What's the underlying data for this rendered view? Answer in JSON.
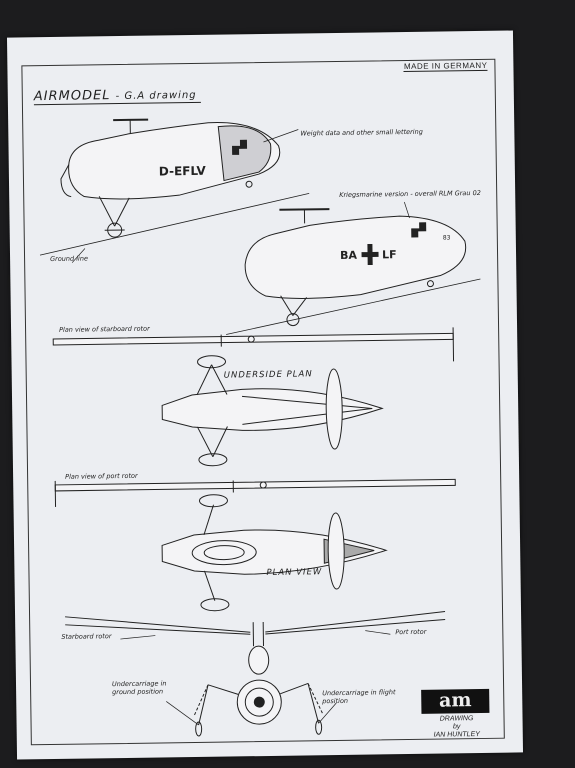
{
  "sheet": {
    "brand": "AIRMODEL",
    "doc_type": "G.A drawing",
    "origin": "MADE IN GERMANY"
  },
  "side_views": {
    "civil_registration": "D-EFLV",
    "military_registration_left": "BA",
    "military_registration_right": "LF",
    "military_code": "83",
    "note_civil": "Weight data and other small lettering",
    "note_military": "Kriegsmarine version - overall RLM Grau 02",
    "ground_line_label": "Ground line"
  },
  "rotors": {
    "starboard_plan": "Plan view of starboard rotor",
    "port_plan": "Plan view of port rotor"
  },
  "plans": {
    "underside": "UNDERSIDE PLAN",
    "top": "PLAN VIEW"
  },
  "front_view": {
    "starboard_label": "Starboard rotor",
    "port_label": "Port rotor",
    "uc_ground": "Undercarriage in ground position",
    "uc_flight": "Undercarriage in flight position"
  },
  "credits": {
    "logo": "am",
    "line1": "DRAWING",
    "line2": "by",
    "line3": "IAN HUNTLEY"
  },
  "colors": {
    "paper": "#eceef2",
    "ink": "#222222",
    "background": "#1c1c1e"
  }
}
